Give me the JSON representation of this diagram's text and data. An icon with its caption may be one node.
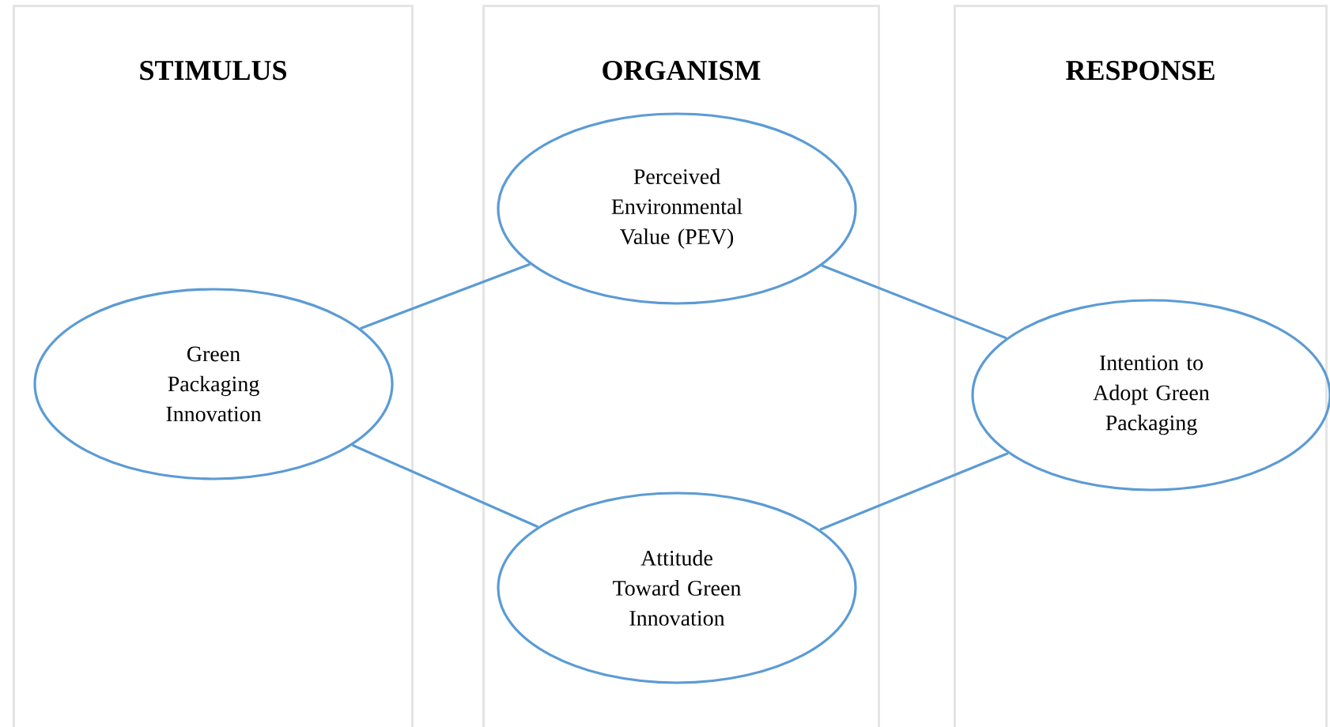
{
  "diagram": {
    "nodes": [
      {
        "text": [
          "STIMULUS"
        ]
      },
      {
        "text": [
          "ORGANISM"
        ]
      },
      {
        "text": [
          "RESPONSE"
        ]
      },
      {
        "text": [
          "Green Packaging Innovation"
        ],
        "in": 0
      },
      {
        "text": [
          "Perceived Environmental Value (PEV)"
        ],
        "in": 1
      },
      {
        "text": [
          "Attitude Toward Green Innovation"
        ],
        "in": 1
      },
      {
        "text": [
          "Intention to Adopt Green Packaging"
        ],
        "in": 2
      }
    ],
    "edges": [
      {
        "from": 3,
        "to": 4,
        "arrow": "none"
      },
      {
        "from": 3,
        "to": 5,
        "arrow": "none"
      },
      {
        "from": 4,
        "to": 6,
        "arrow": "none"
      },
      {
        "from": 5,
        "to": 6,
        "arrow": "none"
      }
    ]
  }
}
